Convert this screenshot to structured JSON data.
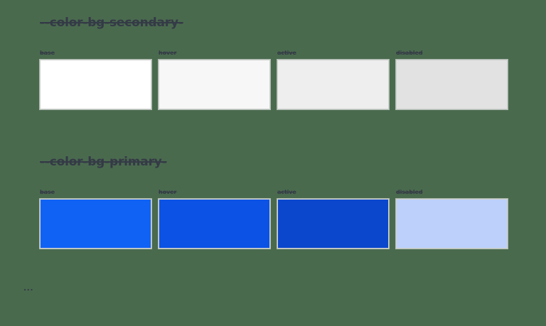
{
  "page": {
    "background_color": "#4a6a4e",
    "text_color": "#343a46",
    "swatch_border_color": "#cfcfcf"
  },
  "sections": [
    {
      "heading": "--color-bg-secondary-",
      "swatches": [
        {
          "label": "base",
          "color": "#ffffff"
        },
        {
          "label": "hover",
          "color": "#f7f7f7"
        },
        {
          "label": "active",
          "color": "#eeeeee"
        },
        {
          "label": "disabled",
          "color": "#e2e2e2"
        }
      ]
    },
    {
      "heading": "--color-bg-primary-",
      "swatches": [
        {
          "label": "base",
          "color": "#1062f5"
        },
        {
          "label": "hover",
          "color": "#0b52e5"
        },
        {
          "label": "active",
          "color": "#0b47cc"
        },
        {
          "label": "disabled",
          "color": "#bcd0fb"
        }
      ]
    }
  ],
  "footer": {
    "ellipsis": "..."
  }
}
